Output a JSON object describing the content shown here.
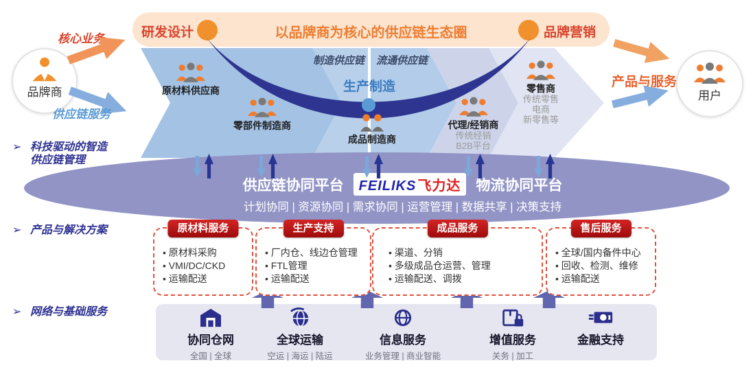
{
  "banner": {
    "title": "以品牌商为核心的供应链生态圈",
    "left_node": "研发设计",
    "right_node": "品牌营销"
  },
  "left_side": {
    "actor": "品牌商",
    "core_business": "核心业务",
    "supply_service": "供应链服务"
  },
  "right_side": {
    "actor": "用户",
    "products_services": "产品与服务"
  },
  "chain": {
    "manufacturing_label": "制造供应链",
    "circulation_label": "流通供应链",
    "production_label": "生产制造",
    "nodes": [
      {
        "label": "原材料供应商"
      },
      {
        "label": "零部件制造商"
      },
      {
        "label": "成品制造商"
      },
      {
        "label": "代理/经销商",
        "subs": [
          "传统经销",
          "B2B平台"
        ]
      },
      {
        "label": "零售商",
        "subs": [
          "传统零售",
          "电商",
          "新零售等"
        ]
      }
    ]
  },
  "sections": [
    {
      "line1": "科技驱动的智造",
      "line2": "供应链管理"
    },
    {
      "line1": "产品与解决方案",
      "line2": ""
    },
    {
      "line1": "网络与基础服务",
      "line2": ""
    }
  ],
  "platform": {
    "left_title": "供应链协同平台",
    "logo_en": "FEILIKS",
    "logo_cn": "飞力达",
    "right_title": "物流协同平台",
    "functions": "计划协同 | 资源协同 | 需求协同 | 运营管理 | 数据共享 | 决策支持"
  },
  "services": [
    {
      "title": "原材料服务",
      "items": [
        "原材料采购",
        "VMI/DC/CKD",
        "运输配送"
      ]
    },
    {
      "title": "生产支持",
      "items": [
        "厂内仓、线边仓管理",
        "FTL管理",
        "运输配送"
      ]
    },
    {
      "title": "成品服务",
      "items": [
        "渠道、分销",
        "多级成品仓运营、管理",
        "运输配送、调拨"
      ]
    },
    {
      "title": "售后服务",
      "items": [
        "全球/国内备件中心",
        "回收、检测、维修",
        "运输配送"
      ]
    }
  ],
  "infrastructure": [
    {
      "name": "协同仓网",
      "sub": "全国 | 全球",
      "icon": "warehouse-icon"
    },
    {
      "name": "全球运输",
      "sub": "空运 | 海运 | 陆运",
      "icon": "globe-transport-icon"
    },
    {
      "name": "信息服务",
      "sub": "业务管理 | 商业智能",
      "icon": "info-network-icon"
    },
    {
      "name": "增值服务",
      "sub": "关务 | 加工",
      "icon": "package-lock-icon"
    },
    {
      "name": "金融支持",
      "sub": "",
      "icon": "finance-icon"
    }
  ],
  "colors": {
    "banner_bg": "#fce4cf",
    "accent_orange": "#ed7d31",
    "accent_red": "#d9442c",
    "header_red": "#c00000",
    "arc_blue": "#2d3591",
    "ellipse_purple": "#9194c5",
    "band_blue": "#a4c2e4",
    "icon_indigo": "#2b2e8c",
    "logo_blue": "#1e22aa",
    "logo_red": "#e02020"
  }
}
